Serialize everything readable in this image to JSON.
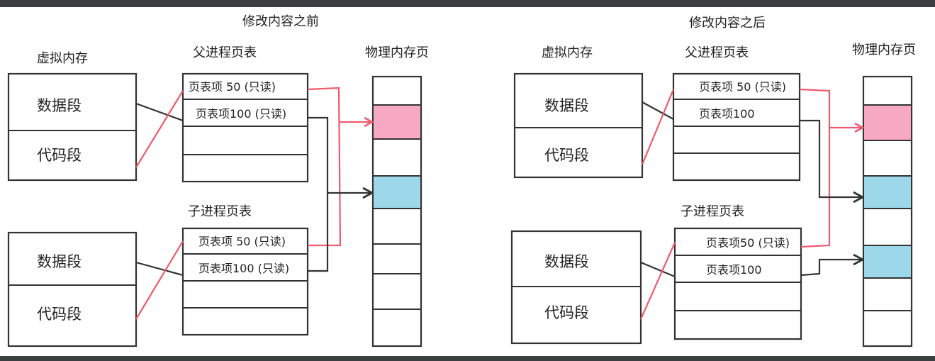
{
  "colors": {
    "background": "#ffffff",
    "frame": "#3c3f41",
    "ink": "#333333",
    "red_arrow": "#ee5a6f",
    "pink_page": "#f7a9c4",
    "blue_page": "#9dd8ea"
  },
  "before": {
    "title": "修改内容之前",
    "virtual_memory_label": "虚拟内存",
    "parent_table_label": "父进程页表",
    "child_table_label": "子进程页表",
    "physical_label": "物理内存页",
    "parent_vm": {
      "data_segment": "数据段",
      "code_segment": "代码段"
    },
    "child_vm": {
      "data_segment": "数据段",
      "code_segment": "代码段"
    },
    "parent_entries": [
      "页表项 50 (只读)",
      "页表项100 (只读)",
      "",
      ""
    ],
    "child_entries": [
      "页表项 50 (只读)",
      "页表项100 (只读)",
      "",
      ""
    ]
  },
  "after": {
    "title": "修改内容之后",
    "virtual_memory_label": "虚拟内存",
    "parent_table_label": "父进程页表",
    "child_table_label": "子进程页表",
    "physical_label": "物理内存页",
    "parent_vm": {
      "data_segment": "数据段",
      "code_segment": "代码段"
    },
    "child_vm": {
      "data_segment": "数据段",
      "code_segment": "代码段"
    },
    "parent_entries": [
      "页表项 50 (只读)",
      "页表项100",
      "",
      ""
    ],
    "child_entries": [
      "页表项50 (只读)",
      "页表项100",
      "",
      ""
    ]
  }
}
